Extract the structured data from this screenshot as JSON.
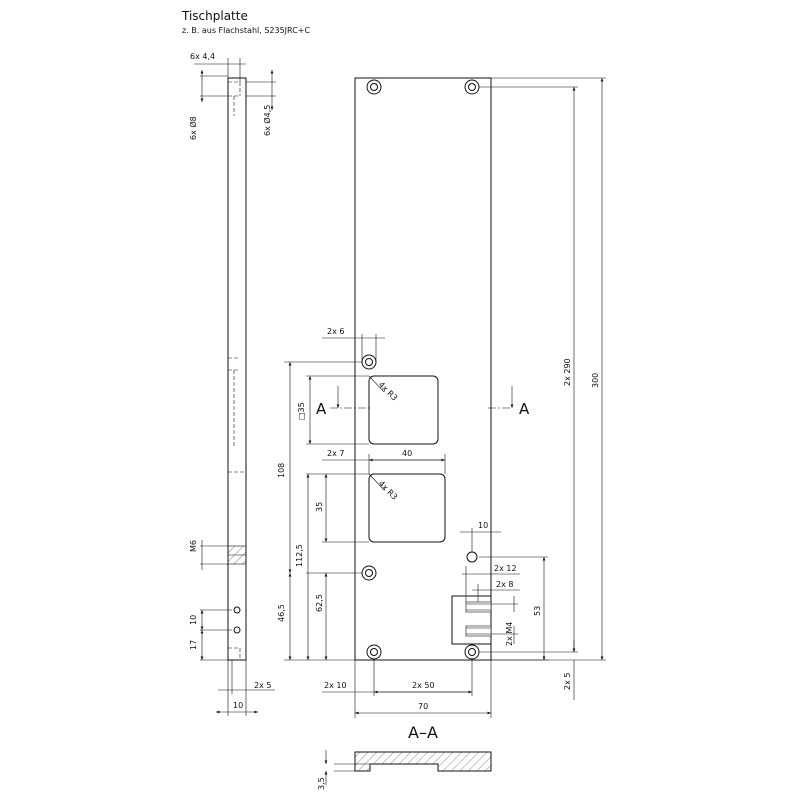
{
  "title": "Tischplatte",
  "subtitle": "z. B. aus Flachstahl, S235JRC+C",
  "side_view": {
    "top_labels": [
      "6x 4,4",
      "6x Ø8",
      "6x Ø4,5"
    ],
    "thread_label": "M6",
    "dim_10": "10",
    "dim_17": "17",
    "dim_2x5": "2x 5",
    "dim_width_10": "10"
  },
  "front_view": {
    "dim_2x6": "2x 6",
    "dim_4xR3_top": "4x R3",
    "dim_4xR3_bottom": "4x R3",
    "dim_square35": "□35",
    "dim_2x7": "2x 7",
    "dim_40": "40",
    "dim_35": "35",
    "dim_108": "108",
    "dim_112_5": "112,5",
    "dim_62_5": "62,5",
    "dim_46_5": "46,5",
    "dim_2x290": "2x 290",
    "dim_300": "300",
    "dim_10_right": "10",
    "dim_2x12": "2x 12",
    "dim_2x8": "2x 8",
    "dim_53": "53",
    "dim_2xM4": "2x M4",
    "dim_2x5_right": "2x 5",
    "dim_2x10_bottom": "2x 10",
    "dim_2x50": "2x 50",
    "dim_70": "70",
    "section_marker_left": "A",
    "section_marker_right": "A"
  },
  "section_view": {
    "label": "A–A",
    "dim_3_5": "3,5"
  }
}
